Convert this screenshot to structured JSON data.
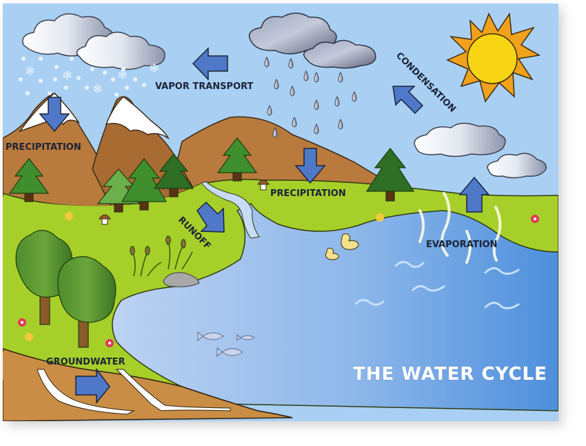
{
  "diagram": {
    "title": "THE WATER CYCLE",
    "labels": {
      "vapor_transport": "VAPOR TRANSPORT",
      "condensation": "CONDENSATION",
      "precipitation_mountain": "PRECIPITATION",
      "precipitation_land": "PRECIPITATION",
      "runoff": "RUNOFF",
      "evaporation": "EVAPORATION",
      "groundwater": "GROUNDWATER"
    },
    "arrows": [
      {
        "name": "vapor-transport-arrow",
        "direction": "left"
      },
      {
        "name": "condensation-arrow",
        "direction": "up-left"
      },
      {
        "name": "precipitation-mountain-arrow",
        "direction": "down"
      },
      {
        "name": "precipitation-land-arrow",
        "direction": "down"
      },
      {
        "name": "runoff-arrow",
        "direction": "down-right"
      },
      {
        "name": "evaporation-arrow",
        "direction": "up"
      },
      {
        "name": "groundwater-arrow",
        "direction": "right"
      }
    ],
    "colors": {
      "sky": "#a9d0f3",
      "grass": "#a6cf2a",
      "mountain": "#b97a3d",
      "water": "#6fa3e2",
      "arrow": "#4f79c8",
      "sun": "#f7d414",
      "sun_rays": "#f0a21c",
      "soil": "#c98d45",
      "text": "#1b2236"
    }
  }
}
